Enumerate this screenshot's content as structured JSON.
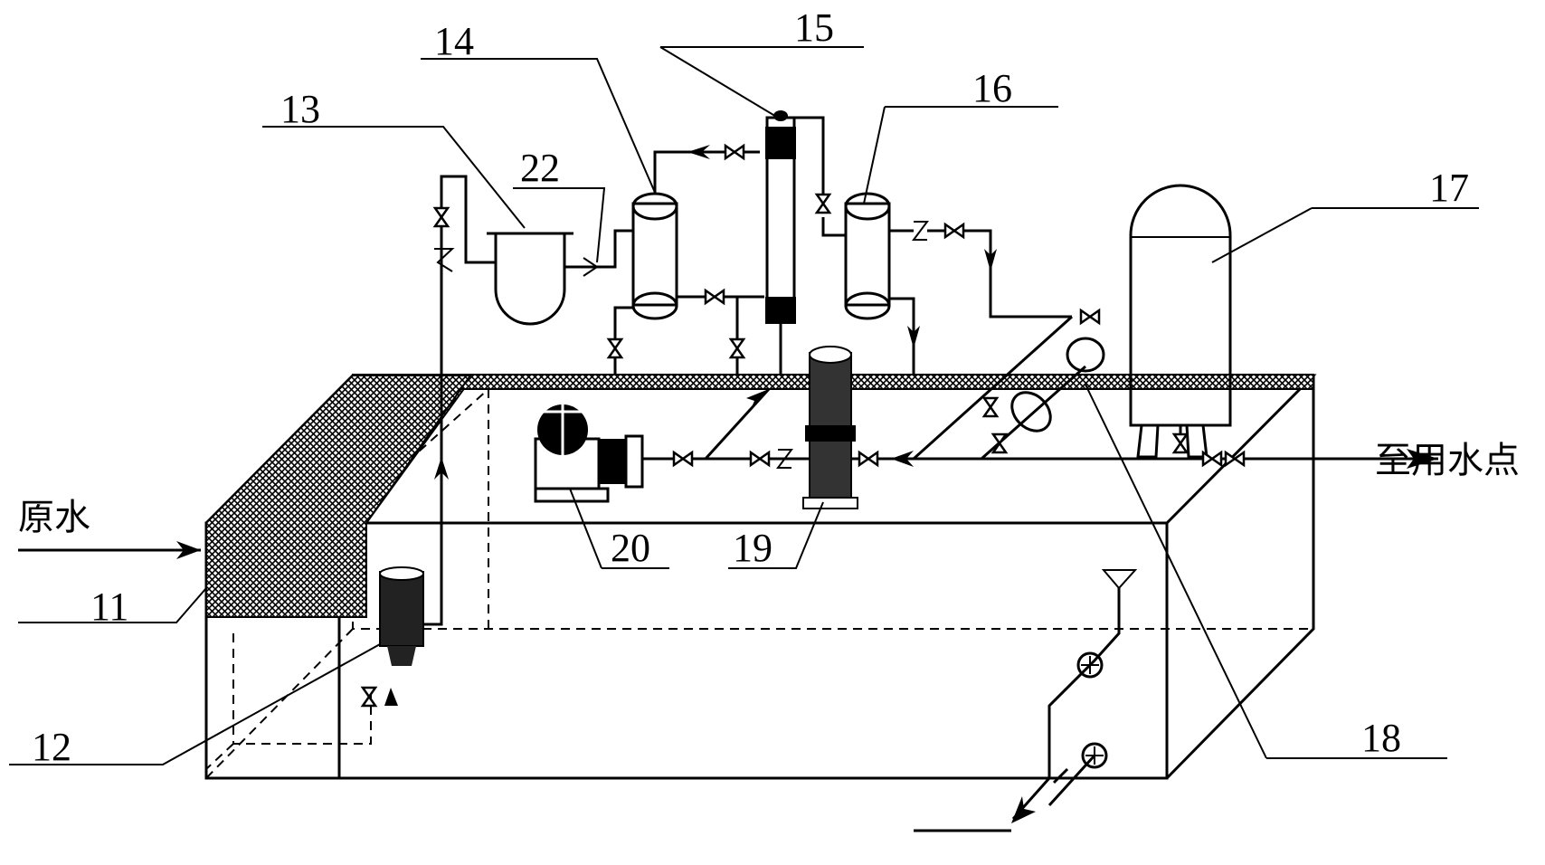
{
  "labels": {
    "raw_water": "原水",
    "to_use_point": "至用水点",
    "n11": "11",
    "n12": "12",
    "n13": "13",
    "n14": "14",
    "n15": "15",
    "n16": "16",
    "n17": "17",
    "n18": "18",
    "n19": "19",
    "n20": "20",
    "n22": "22"
  }
}
